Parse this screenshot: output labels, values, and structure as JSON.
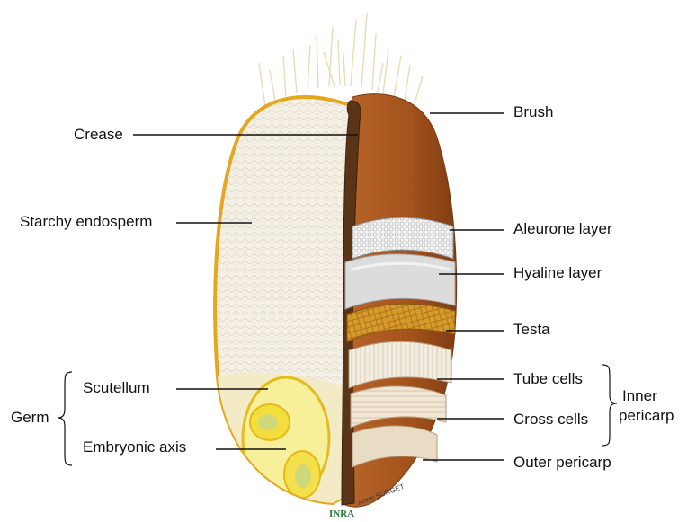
{
  "labels": {
    "brush": "Brush",
    "crease": "Crease",
    "starchy_endosperm": "Starchy endosperm",
    "aleurone_layer": "Aleurone layer",
    "hyaline_layer": "Hyaline layer",
    "testa": "Testa",
    "tube_cells": "Tube cells",
    "cross_cells": "Cross cells",
    "outer_pericarp": "Outer pericarp",
    "inner_pericarp": "Inner",
    "inner_pericarp_2": "pericarp",
    "germ": "Germ",
    "scutellum": "Scutellum",
    "embryonic_axis": "Embryonic axis"
  },
  "credit": {
    "logo": "INRA",
    "author": "Anne SURGET"
  },
  "colors": {
    "bran": "#a5561f",
    "endosperm": "#f4efe4",
    "crease": "#5a3416",
    "aleurone": "#eeeeee",
    "hyaline": "#d8d8d8",
    "testa": "#d69a2c",
    "germ_outline": "#e6c222",
    "germ_fill": "#f5e45a",
    "scutellum": "#f4edc2",
    "leader": "#111111"
  }
}
